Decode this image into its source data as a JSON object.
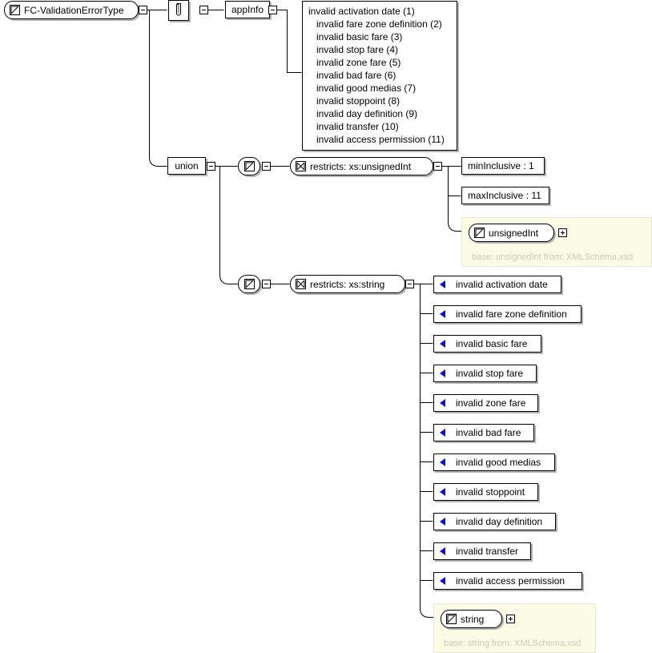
{
  "diagram": {
    "kind": "xml-schema-simple-type-diagram",
    "root": {
      "label": "FC-ValidationErrorType",
      "icon": "simple-type-icon",
      "toggle": "collapse-toggle"
    },
    "annotation": {
      "icon": "annotation-paperclip-icon",
      "toggle": "collapse-toggle"
    },
    "appinfo": {
      "label": "appInfo",
      "toggle": "collapse-toggle",
      "lines": [
        "invalid activation date (1)",
        "invalid fare zone definition (2)",
        "invalid basic fare (3)",
        "invalid stop fare (4)",
        "invalid zone fare (5)",
        "invalid bad fare (6)",
        "invalid good medias (7)",
        "invalid stoppoint (8)",
        "invalid day definition (9)",
        "invalid transfer (10)",
        "invalid access permission (11)"
      ]
    },
    "union": {
      "label": "union",
      "toggle": "collapse-toggle"
    },
    "branches": [
      {
        "id": "unsignedint-branch",
        "member_icon": "simple-type-icon",
        "member_toggle": "collapse-toggle",
        "restricts_label": "restricts: xs:unsignedInt",
        "restricts_icon": "restricts-bowtie-icon",
        "restricts_toggle": "collapse-toggle",
        "facets": [
          "minInclusive : 1",
          "maxInclusive : 11"
        ],
        "base_panel": {
          "type_label": "unsignedInt",
          "type_icon": "simple-type-icon",
          "expand_toggle": "expand-toggle",
          "caption": "base: unsignedInt from: XMLSchema.xsd"
        }
      },
      {
        "id": "string-branch",
        "member_icon": "simple-type-icon",
        "member_toggle": "collapse-toggle",
        "restricts_label": "restricts: xs:string",
        "restricts_icon": "restricts-bowtie-icon",
        "restricts_toggle": "collapse-toggle",
        "enumerations": [
          "invalid activation date",
          "invalid fare zone definition",
          "invalid basic fare",
          "invalid stop fare",
          "invalid zone fare",
          "invalid bad fare",
          "invalid good medias",
          "invalid stoppoint",
          "invalid day definition",
          "invalid transfer",
          "invalid access permission"
        ],
        "base_panel": {
          "type_label": "string",
          "type_icon": "simple-type-icon",
          "expand_toggle": "expand-toggle",
          "caption": "base: string from: XMLSchema.xsd"
        }
      }
    ],
    "colors": {
      "line": "#000000",
      "shadow": "#b4b4b4",
      "panel_background": "#fbfbe6",
      "panel_border": "#e8e8d8",
      "panel_caption_text": "#cdcdb4",
      "enum_marker": "#1111bb",
      "node_background": "#ffffff"
    }
  }
}
